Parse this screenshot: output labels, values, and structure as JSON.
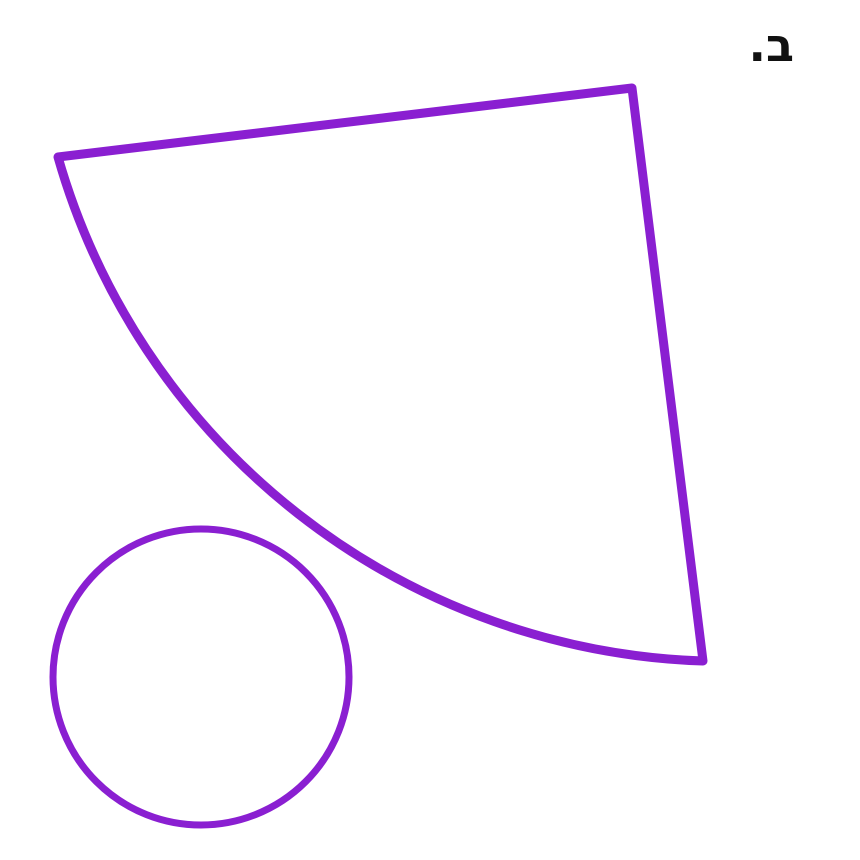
{
  "label": "ב.",
  "colors": {
    "stroke": "#8a1fd1",
    "background": "#ffffff",
    "label": "#111111"
  },
  "shapes": [
    "sector",
    "circle"
  ]
}
